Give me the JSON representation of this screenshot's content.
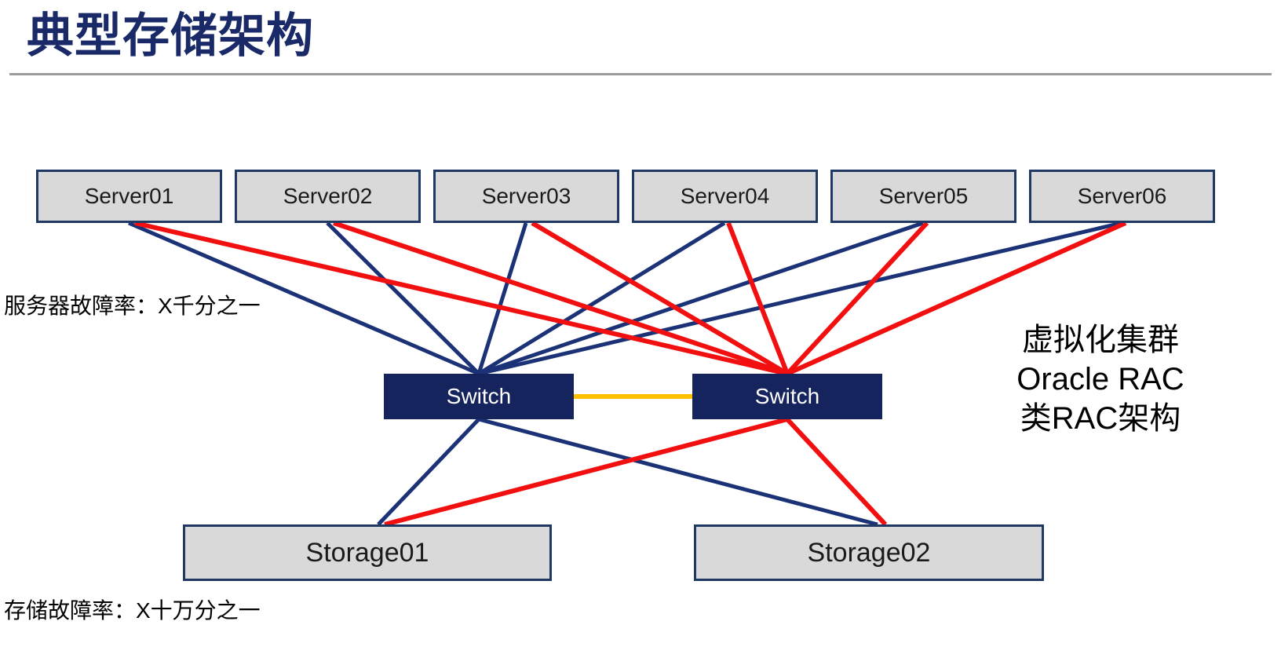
{
  "title": "典型存储架构",
  "nodes": {
    "servers": [
      {
        "label": "Server01"
      },
      {
        "label": "Server02"
      },
      {
        "label": "Server03"
      },
      {
        "label": "Server04"
      },
      {
        "label": "Server05"
      },
      {
        "label": "Server06"
      }
    ],
    "switches": [
      {
        "label": "Switch"
      },
      {
        "label": "Switch"
      }
    ],
    "storages": [
      {
        "label": "Storage01"
      },
      {
        "label": "Storage02"
      }
    ]
  },
  "annotations": {
    "server_failure_rate": "服务器故障率：X千分之一",
    "storage_failure_rate": "存储故障率：X十万分之一",
    "note_lines": [
      "虚拟化集群",
      "Oracle RAC",
      "类RAC架构"
    ]
  },
  "connections": [
    {
      "from": "Server01",
      "to": "Switch-1",
      "type": "link_primary"
    },
    {
      "from": "Server02",
      "to": "Switch-1",
      "type": "link_primary"
    },
    {
      "from": "Server03",
      "to": "Switch-1",
      "type": "link_primary"
    },
    {
      "from": "Server04",
      "to": "Switch-1",
      "type": "link_primary"
    },
    {
      "from": "Server05",
      "to": "Switch-1",
      "type": "link_primary"
    },
    {
      "from": "Server06",
      "to": "Switch-1",
      "type": "link_primary"
    },
    {
      "from": "Server01",
      "to": "Switch-2",
      "type": "link_secondary"
    },
    {
      "from": "Server02",
      "to": "Switch-2",
      "type": "link_secondary"
    },
    {
      "from": "Server03",
      "to": "Switch-2",
      "type": "link_secondary"
    },
    {
      "from": "Server04",
      "to": "Switch-2",
      "type": "link_secondary"
    },
    {
      "from": "Server05",
      "to": "Switch-2",
      "type": "link_secondary"
    },
    {
      "from": "Server06",
      "to": "Switch-2",
      "type": "link_secondary"
    },
    {
      "from": "Switch-1",
      "to": "Switch-2",
      "type": "interlink"
    },
    {
      "from": "Switch-1",
      "to": "Storage01",
      "type": "link_primary"
    },
    {
      "from": "Switch-1",
      "to": "Storage02",
      "type": "link_primary"
    },
    {
      "from": "Switch-2",
      "to": "Storage01",
      "type": "link_secondary"
    },
    {
      "from": "Switch-2",
      "to": "Storage02",
      "type": "link_secondary"
    }
  ],
  "colors": {
    "title": "#1a2a68",
    "box_fill": "#d9d9d9",
    "box_border": "#1f3864",
    "switch_fill": "#15245d",
    "switch_text": "#ffffff",
    "link_primary": "#1c3276",
    "link_secondary": "#f20f10",
    "interlink": "#ffc000",
    "divider": "#9b9b9b"
  }
}
